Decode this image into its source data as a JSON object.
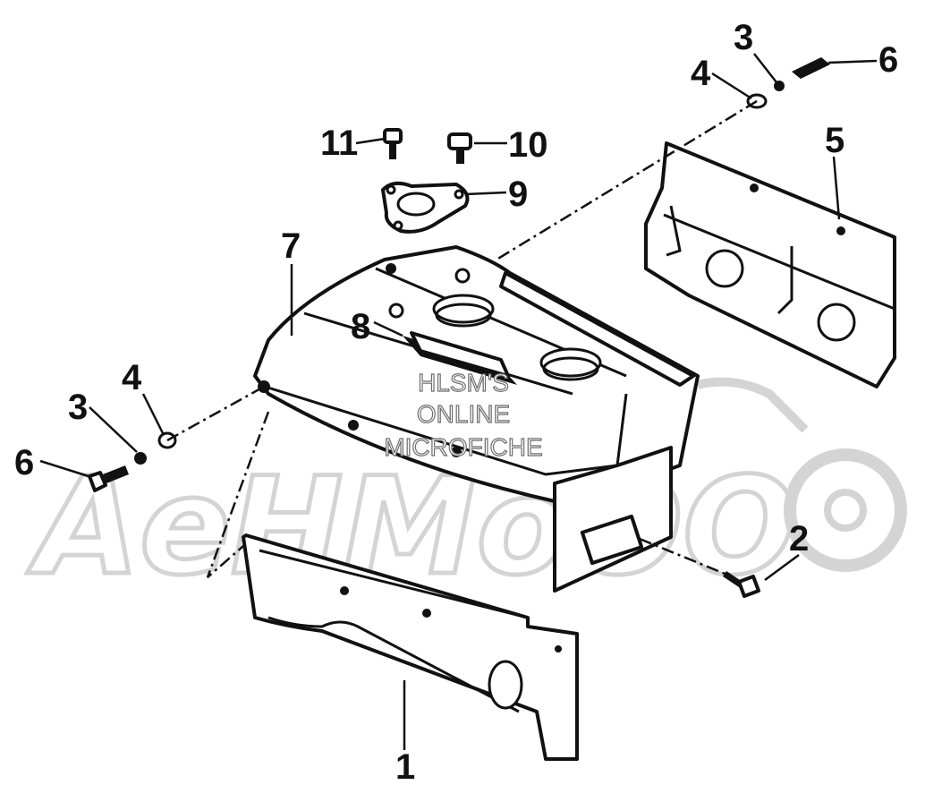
{
  "diagram": {
    "callouts": {
      "c1": "1",
      "c2": "2",
      "c3_left": "3",
      "c3_right": "3",
      "c4_left": "4",
      "c4_right": "4",
      "c5": "5",
      "c6_left": "6",
      "c6_right": "6",
      "c7": "7",
      "c8": "8",
      "c9": "9",
      "c10": "10",
      "c11": "11"
    },
    "watermark": {
      "line1": "HLSM'S",
      "line2": "ONLINE",
      "line3": "MICROFICHE",
      "logo": "AeHMoOO"
    }
  }
}
